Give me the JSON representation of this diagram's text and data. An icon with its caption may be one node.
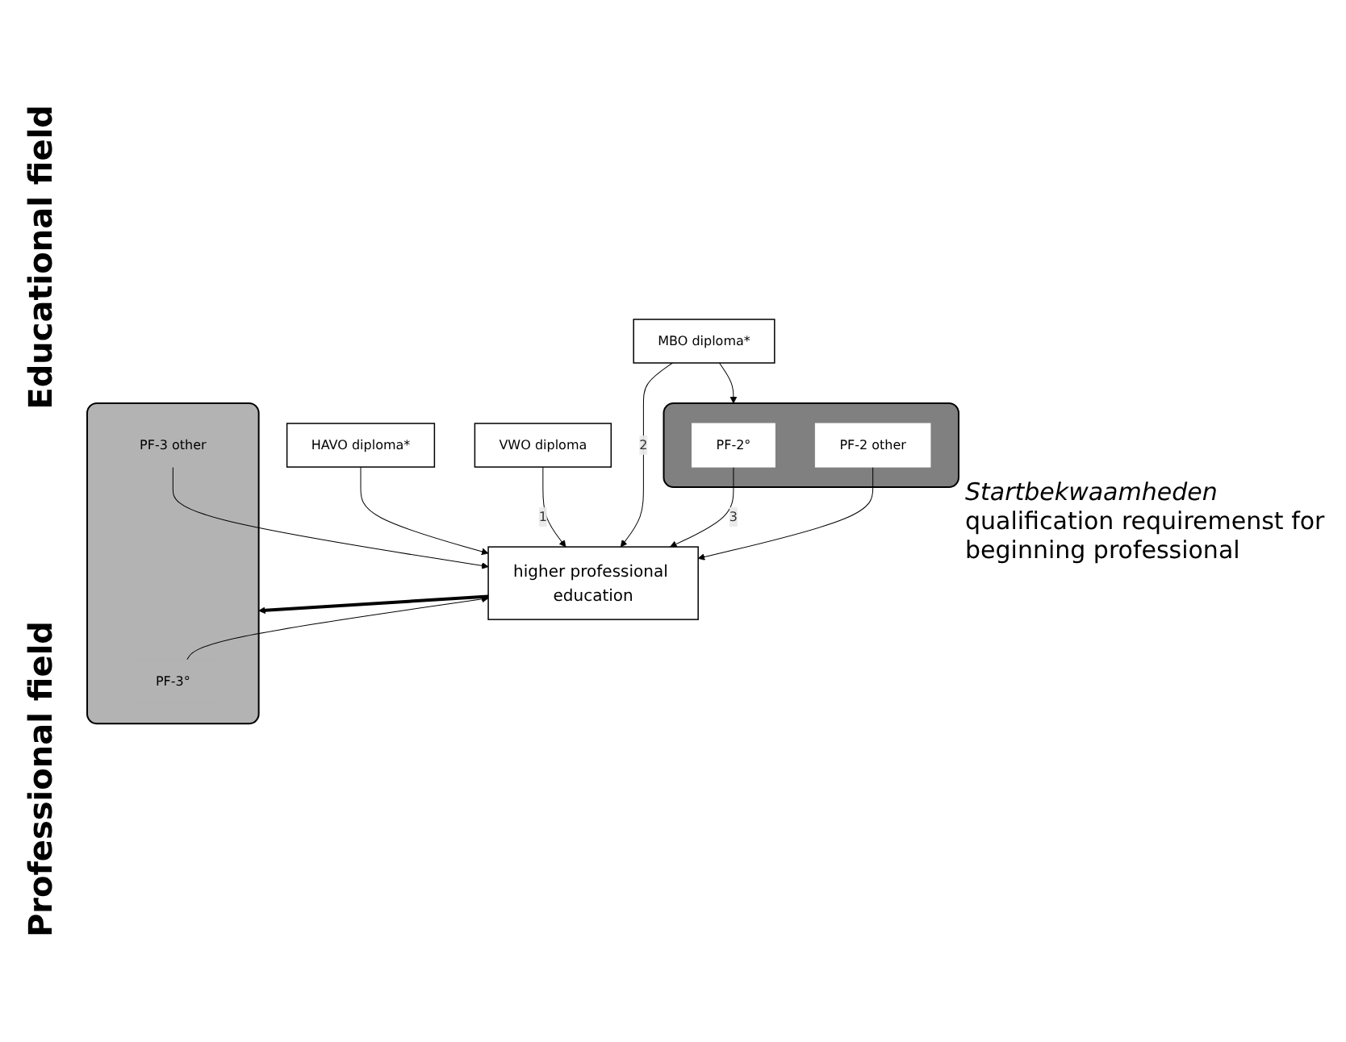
{
  "diagram": {
    "nodes": [
      {
        "text": [
          "HAVO diploma*"
        ]
      },
      {
        "text": [
          "VWO diploma"
        ]
      },
      {
        "text": [
          "MBO diploma*"
        ]
      },
      {
        "text": [
          "higher professional education"
        ]
      },
      {
        "text": [],
        "shape": "box"
      },
      {
        "text": [
          "PF-2°"
        ],
        "in": 4
      },
      {
        "text": [
          "PF-2 other"
        ],
        "in": 4
      },
      {
        "text": [],
        "shape": "box"
      },
      {
        "text": [
          "PF-3°"
        ],
        "in": 7
      },
      {
        "text": [
          "PF-3 other"
        ],
        "in": 7
      }
    ],
    "edges": [
      {
        "from": 0,
        "to": 3,
        "arrow": "to"
      },
      {
        "from": 1,
        "to": 3,
        "arrow": "to",
        "label": "1"
      },
      {
        "from": 2,
        "to": 3,
        "arrow": "to",
        "label": "2"
      },
      {
        "from": 2,
        "to": 4,
        "arrow": "to"
      },
      {
        "from": 5,
        "to": 3,
        "arrow": "to",
        "label": "3"
      },
      {
        "from": 6,
        "to": 3,
        "arrow": "to"
      },
      {
        "from": 8,
        "to": 3,
        "arrow": "to"
      },
      {
        "from": 9,
        "to": 3,
        "arrow": "to"
      },
      {
        "from": 3,
        "to": 7,
        "arrow": "to",
        "style": "thick"
      }
    ],
    "labels": [
      "Educational field",
      "Startbekwaamheden",
      "qualification requiremenst for beginning professional",
      "Professional field"
    ]
  }
}
